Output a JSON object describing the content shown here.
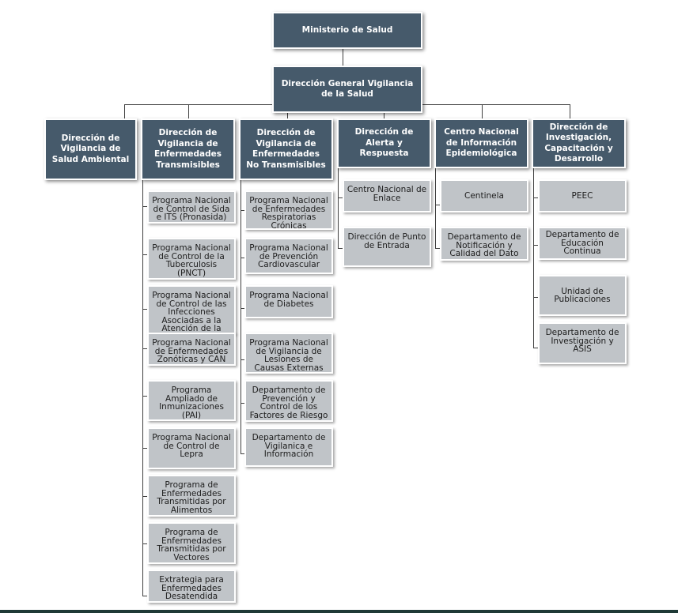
{
  "root": "Ministerio de Salud",
  "general": "Dirección General Vigilancia de la Salud",
  "directions": [
    {
      "label": "Dirección de Vigilancia de Salud Ambiental",
      "children": []
    },
    {
      "label": "Dirección de Vigilancia de Enfermedades Transmisibles",
      "children": [
        "Programa Nacional de Control de Sida e ITS (Pronasida)",
        "Programa Nacional de Control de la Tuberculosis (PNCT)",
        "Programa Nacional de Control de las Infecciones Asociadas a la Atención de la",
        "Programa Nacional de Enfermedades Zonóticas y CAN",
        "Programa Ampliado de Inmunizaciones (PAI)",
        "Programa Nacional de Control de Lepra",
        "Programa de Enfermedades Transmitidas por Alimentos",
        "Programa de Enfermedades Transmitidas por Vectores",
        "Extrategia para Enfermedades Desatendida"
      ]
    },
    {
      "label": "Dirección de Vigilancia de Enfermedades No Transmisibles",
      "children": [
        "Programa Nacional de Enfermedades Respiratorias Crónicas",
        "Programa Nacional de Prevención Cardiovascular",
        "Programa Nacional de Diabetes",
        "Programa Nacional de Vigilancia de Lesiones de Causas Externas",
        "Departamento de Prevención y Control de los Factores de Riesgo",
        "Departamento de Vigilanica e Información"
      ]
    },
    {
      "label": "Dirección de Alerta y Respuesta",
      "children": [
        "Centro Nacional de Enlace",
        "Dirección de Punto de Entrada"
      ]
    },
    {
      "label": "Centro Nacional de Información Epidemiológica",
      "children": [
        "Centinela",
        "Departamento de Notificación y Calidad del Dato"
      ]
    },
    {
      "label": "Dirección de Investigación, Capacitación y Desarrollo",
      "children": [
        "PEEC",
        "Departamento de Educación Continua",
        "Unidad de Publicaciones",
        "Departamento de Investigación y ASIS"
      ]
    }
  ],
  "colors": {
    "header_fill": "#465a6b",
    "child_fill": "#c0c4c8",
    "connector": "#3f3f3f"
  }
}
